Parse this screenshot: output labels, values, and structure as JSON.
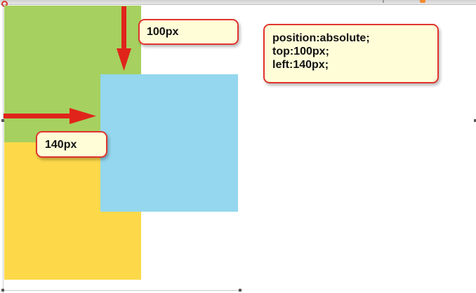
{
  "colors": {
    "green_box": "#a6d05f",
    "yellow_box": "#fdd94a",
    "blue_box": "#94d7ee",
    "arrow": "#e0241b",
    "callout_fill": "#fffdd8",
    "callout_border": "#e0342d"
  },
  "callouts": {
    "top_offset": "100px",
    "left_offset": "140px",
    "css_lines": [
      "position:absolute;",
      "top:100px;",
      "left:140px;"
    ]
  }
}
